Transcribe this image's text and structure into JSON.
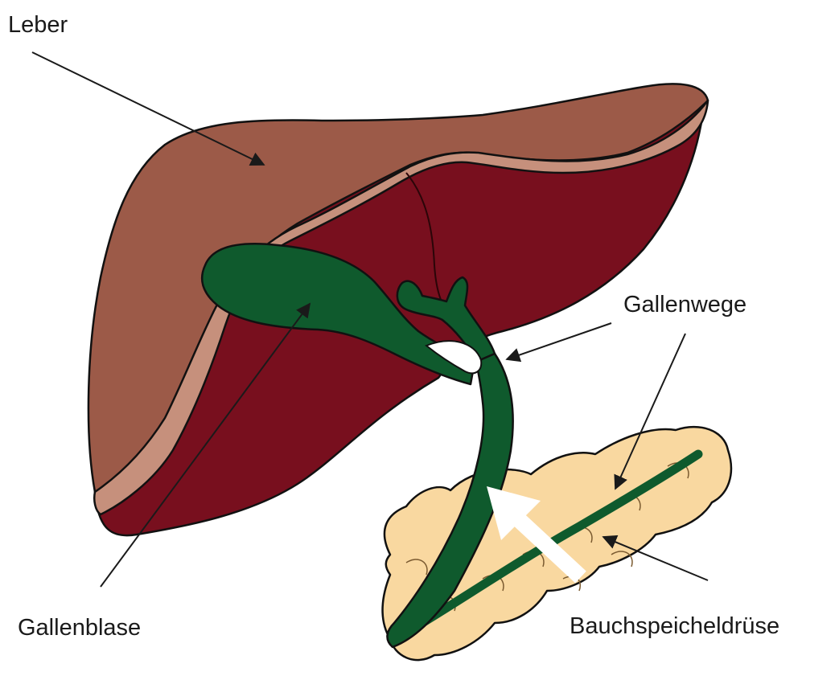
{
  "labels": {
    "liver": "Leber",
    "gallbladder": "Gallenblase",
    "bile_ducts": "Gallenwege",
    "pancreas": "Bauchspeicheldrüse"
  },
  "colors": {
    "liver_upper": "#9c5a48",
    "liver_lower": "#780f1e",
    "liver_rim": "#c6907c",
    "bile_green": "#0f5a2d",
    "pancreas": "#f9d8a0",
    "white_arrow": "#ffffff",
    "label_text": "#1a1a1a"
  }
}
